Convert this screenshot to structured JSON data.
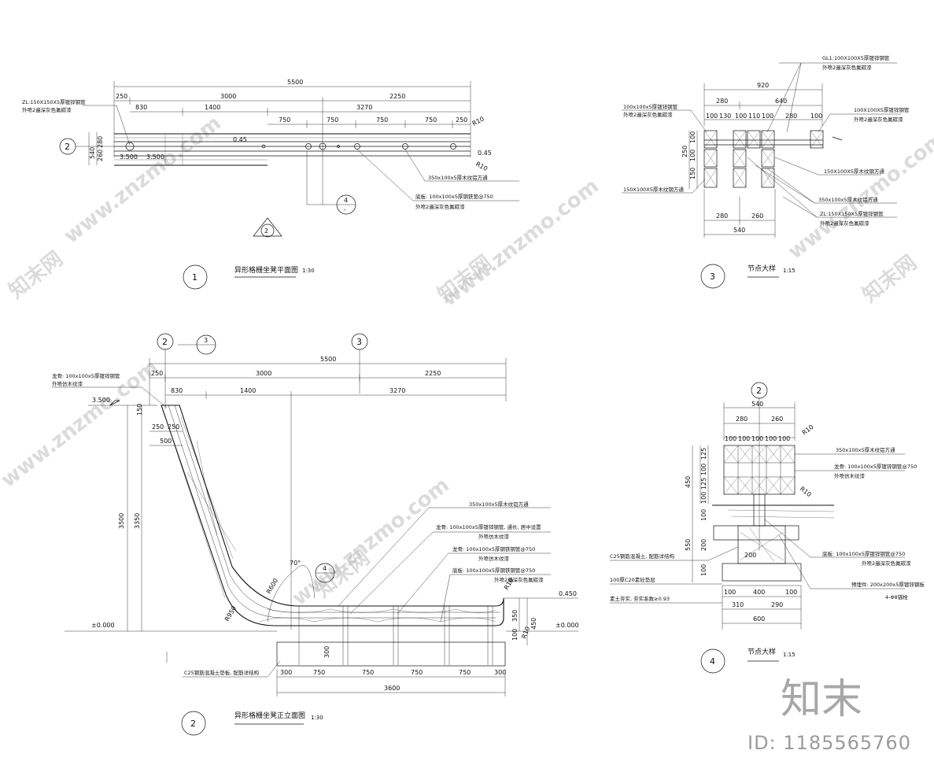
{
  "views": {
    "plan": {
      "number": "1",
      "title": "异形格栅坐凳平面图",
      "scale": "1:30",
      "overall": "5500",
      "row1": [
        "250",
        "3000",
        "2250"
      ],
      "row2": [
        "830",
        "1400",
        "3270"
      ],
      "row3": [
        "750",
        "750",
        "750",
        "750",
        "250"
      ],
      "left_dims": [
        "280",
        "260",
        "540"
      ],
      "elevations": [
        "3.500",
        "3.500",
        "0.45"
      ],
      "level_mark": "0.45",
      "radius_top": "R10",
      "radius_bottom": "R10",
      "axis_bubble": "2",
      "section_bubble": "4",
      "section_mark": "2",
      "notes": {
        "zl": "ZL:150X150X5厚镀锌钢管",
        "zl_sub": "外喷2遍深灰色氟碳漆",
        "beam": "350x100x5厚木纹铝方通",
        "base": "底板: 100x100x5厚钢铁管@750",
        "base_sub": "外喷2遍深灰色氟碳漆"
      }
    },
    "elevation": {
      "number": "2",
      "title": "异形格栅坐凳正立面图",
      "scale": "1:30",
      "overall": "5500",
      "row1": [
        "250",
        "3000",
        "2250"
      ],
      "row2": [
        "830",
        "1400",
        "3270"
      ],
      "left_dims": [
        "150",
        "250",
        "250",
        "500"
      ],
      "height_dims": [
        "3500",
        "3350"
      ],
      "levels": [
        "3.500",
        "±0.000",
        "0.450",
        "±0.000"
      ],
      "radii": [
        "R600",
        "R950",
        "R10",
        "R10"
      ],
      "angle": "70°",
      "right_dims": [
        "350",
        "450",
        "100"
      ],
      "base_dims": [
        "300",
        "750",
        "750",
        "750",
        "750",
        "300"
      ],
      "base_total": "3600",
      "base_height": "300",
      "axis_bubbles": [
        "2",
        "3",
        "3"
      ],
      "section_bubble": "4",
      "notes": {
        "top": "龙骨: 100x100x5厚镀锌钢管",
        "top_sub": "外喷仿木纹漆",
        "beam": "350x100x5厚木纹铝方通",
        "keel1": "龙骨: 100x100x5厚镀锌钢管, 通长, 居中设置",
        "keel1_sub": "外喷仿木纹漆",
        "keel2": "龙骨: 100x100x5厚钢铁钢管@750",
        "keel2_sub": "外喷仿木纹漆",
        "base": "底板: 100x100x5厚钢铁钢管@750",
        "base_sub": "外喷2遍深灰色氟碳漆",
        "footing": "C25钢筋混凝土垫板, 配筋详结构"
      }
    },
    "detail3": {
      "number": "3",
      "title": "节点大样",
      "scale": "1:15",
      "top_total": "920",
      "top_row": [
        "280",
        "640"
      ],
      "sub_row": [
        "100",
        "130",
        "100",
        "110",
        "100",
        "280",
        "100"
      ],
      "left_dims": [
        "100",
        "250",
        "100",
        "150"
      ],
      "bottom_row": [
        "280",
        "260"
      ],
      "bottom_total": "540",
      "notes": {
        "gl": "GL1:100X100X5厚镀锌钢管",
        "gl_sub": "外喷2遍深灰色氟碳漆",
        "left": "100x100x5厚镀锌钢管",
        "left_sub": "外喷2遍深灰色氟碳漆",
        "right": "100X100X5厚镀锌钢管",
        "right_sub": "外喷2遍深灰色氟碳漆",
        "wood_r": "150X100X5厚木纹钢方通",
        "wood_l": "150X100X5厚木纹钢方通",
        "beam": "350x100x5厚木纹铝方通",
        "zl": "ZL:150X150X5厚镀锌钢管",
        "zl_sub": "外喷2遍深灰色氟碳漆"
      }
    },
    "detail4": {
      "number": "4",
      "title": "节点大样",
      "scale": "1:15",
      "top_total": "540",
      "top_row": [
        "280",
        "260"
      ],
      "sub_row": [
        "100",
        "100",
        "100",
        "100",
        "100"
      ],
      "left_stack": [
        "125",
        "100",
        "125",
        "100"
      ],
      "left_totals": [
        "450",
        "550"
      ],
      "bottom_row": [
        "100",
        "400",
        "100"
      ],
      "bottom_sub": [
        "310",
        "290"
      ],
      "bottom_total": "600",
      "radii": [
        "R10",
        "R10"
      ],
      "axis_bubble": "2",
      "small_dims": [
        "200",
        "100",
        "100"
      ],
      "notes": {
        "beam": "350x100x5厚木纹铝方通",
        "keel": "龙骨: 100x100x5厚镀锌钢管@750",
        "keel_sub": "外喷仿木纹漆",
        "base": "底板: 100x100x5厚镀锌钢管@750",
        "base_sub": "外喷2遍深灰色氟碳漆",
        "footing": "C25钢筋混凝土, 配筋详结构",
        "cushion": "100厚C20素砼垫层",
        "soil": "素土夯实, 夯实系数≥0.93",
        "plate": "预埋件: 200x200x5厚镀锌钢板",
        "bolt": "4-Φ8锚栓"
      }
    }
  },
  "watermark": {
    "site": "www.znzmo.com",
    "brand": "知末",
    "brand_sub": "知末网",
    "id": "ID: 1185565760"
  }
}
